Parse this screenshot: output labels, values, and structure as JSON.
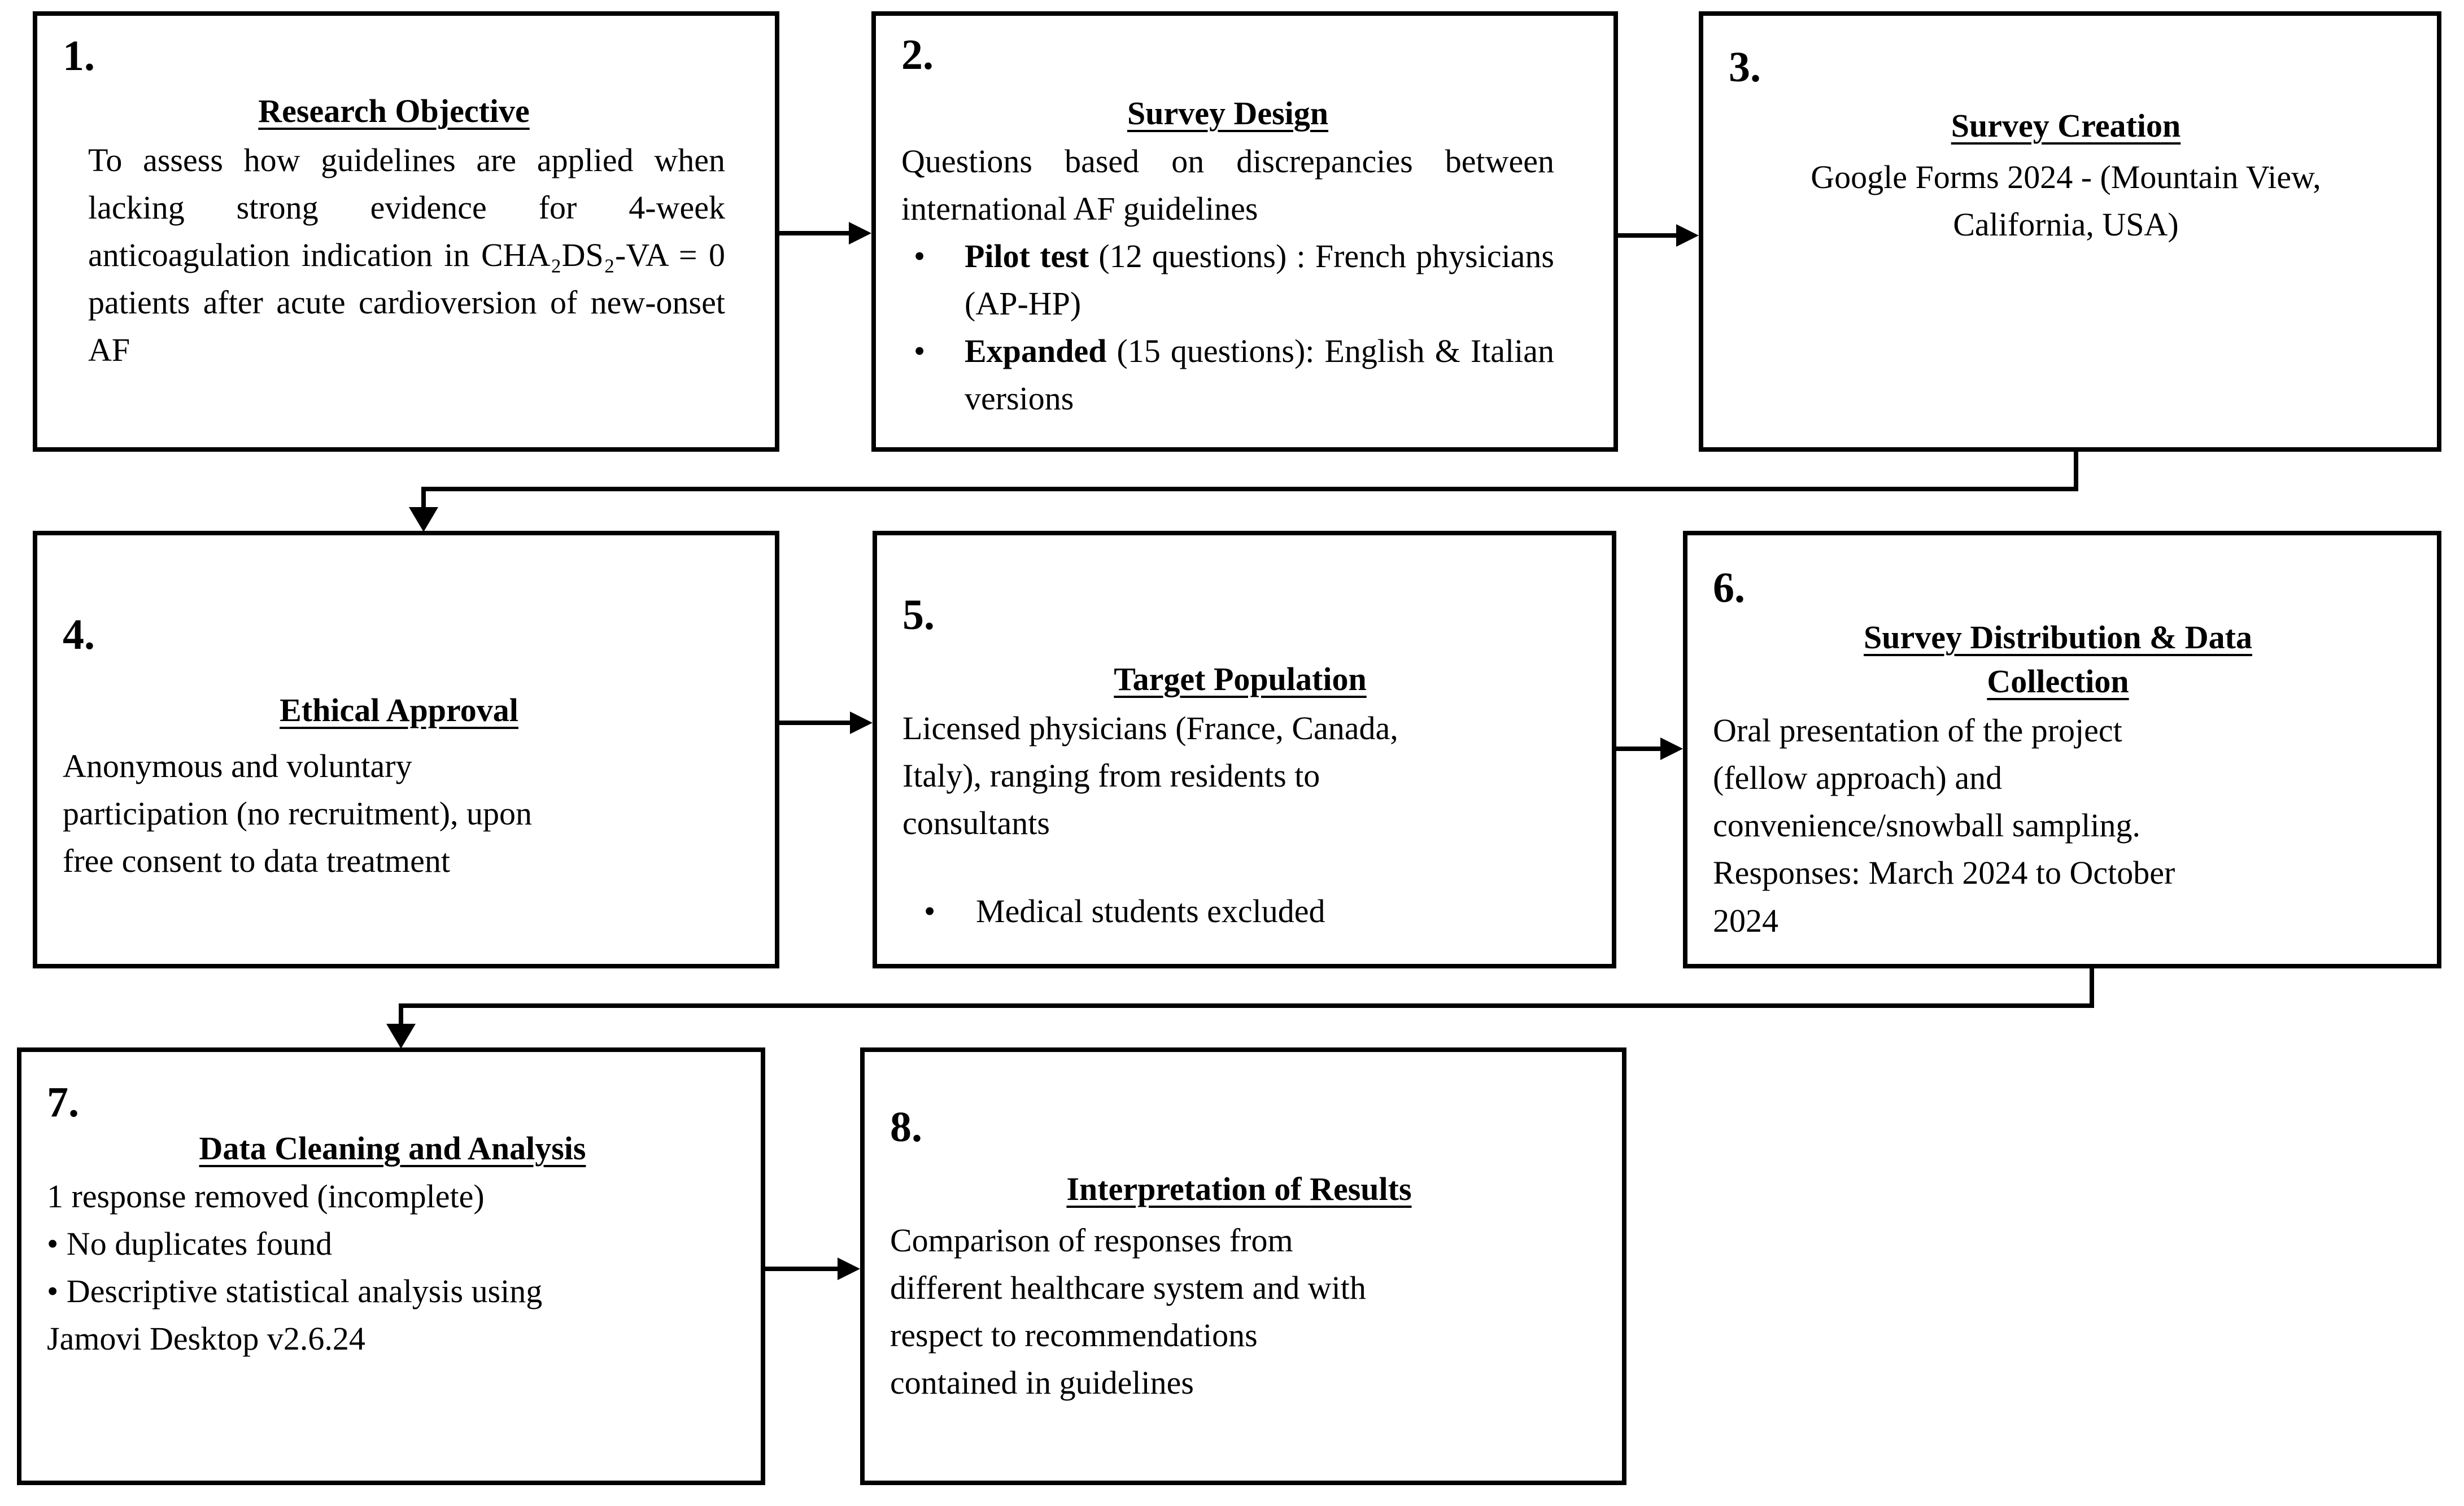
{
  "page": {
    "background_color": "#ffffff",
    "line_color": "#000000",
    "diagram_type": "study-methodology-flowchart"
  },
  "bullet_char": "•",
  "boxes": [
    {
      "number": "1.",
      "title": "Research Objective",
      "body": "To assess how guidelines are applied when lacking strong evidence for 4-week anticoagulation indication in CHA₂DS₂-VA = 0 patients after acute cardioversion of new-onset AF"
    },
    {
      "number": "2.",
      "title": "Survey Design",
      "body": "Questions based on discrepancies between international AF guidelines",
      "bullets": [
        {
          "lead": "Pilot test",
          "rest": " (12 questions) : French physicians (AP-HP)"
        },
        {
          "lead": "Expanded",
          "rest": " (15 questions): English & Italian versions"
        }
      ]
    },
    {
      "number": "3.",
      "title": "Survey Creation",
      "body": "Google Forms 2024 - (Mountain View,\nCalifornia, USA)"
    },
    {
      "number": "4.",
      "title": "Ethical Approval",
      "body": "Anonymous and voluntary\nparticipation (no recruitment), upon\nfree consent to data treatment"
    },
    {
      "number": "5.",
      "title": "Target Population",
      "body": "Licensed physicians (France, Canada,\nItaly), ranging from residents to\nconsultants",
      "bullets": [
        {
          "lead": "",
          "rest": "Medical students excluded"
        }
      ]
    },
    {
      "number": "6.",
      "title": "Survey Distribution & Data\nCollection",
      "body": "Oral presentation of the project\n(fellow approach) and\nconvenience/snowball sampling.\nResponses: March 2024 to October\n2024"
    },
    {
      "number": "7.",
      "title": "Data Cleaning and Analysis",
      "body": "1 response removed (incomplete)\n• No duplicates found\n• Descriptive statistical analysis using\nJamovi Desktop v2.6.24"
    },
    {
      "number": "8.",
      "title": "Interpretation of Results",
      "body": "Comparison of responses from\ndifferent healthcare system and with\nrespect to recommendations\ncontained in guidelines"
    }
  ]
}
